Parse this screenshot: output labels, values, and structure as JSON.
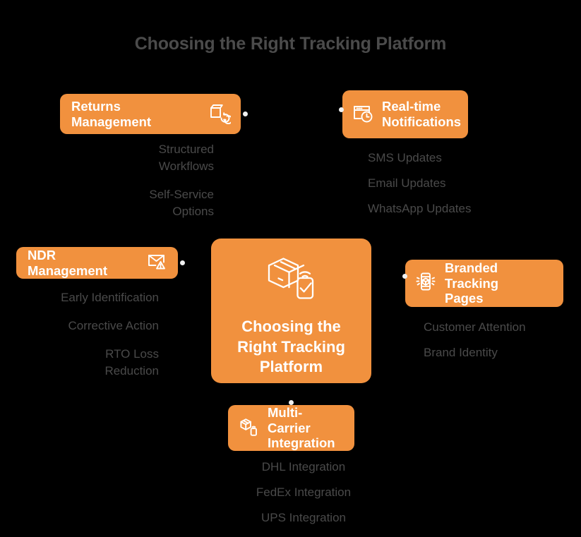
{
  "theme": {
    "background": "#000000",
    "accent": "#f1913e",
    "title_color": "#4b4b4b",
    "sub_text_color": "#4a4a4a",
    "node_text_color": "#ffffff",
    "connector_dot_color": "#f0f0f0"
  },
  "header": {
    "title": "Choosing the Right Tracking Platform"
  },
  "center": {
    "label": "Choosing the\nRight Tracking\nPlatform",
    "icon": "package-phone-tracking-icon"
  },
  "branches": [
    {
      "id": "returns-management",
      "label": "Returns Management",
      "icon": "box-refresh-icon",
      "icon_position": "right",
      "items": [
        "Structured\nWorkflows",
        "Self-Service\nOptions"
      ]
    },
    {
      "id": "real-time-notifications",
      "label": "Real-time\nNotifications",
      "icon": "window-clock-icon",
      "icon_position": "left",
      "items": [
        "SMS Updates",
        "Email Updates",
        "WhatsApp Updates"
      ]
    },
    {
      "id": "ndr-management",
      "label": "NDR Management",
      "icon": "envelope-alert-icon",
      "icon_position": "right",
      "items": [
        "Early Identification",
        "Corrective Action",
        "RTO Loss\nReduction"
      ]
    },
    {
      "id": "branded-tracking-pages",
      "label": "Branded Tracking\nPages",
      "icon": "phone-box-shine-icon",
      "icon_position": "left",
      "items": [
        "Customer Attention",
        "Brand Identity"
      ]
    },
    {
      "id": "multi-carrier-integration",
      "label": "Multi-Carrier\nIntegration",
      "icon": "box-phone-wifi-icon",
      "icon_position": "left",
      "items": [
        "DHL Integration",
        "FedEx Integration",
        "UPS Integration"
      ]
    }
  ]
}
